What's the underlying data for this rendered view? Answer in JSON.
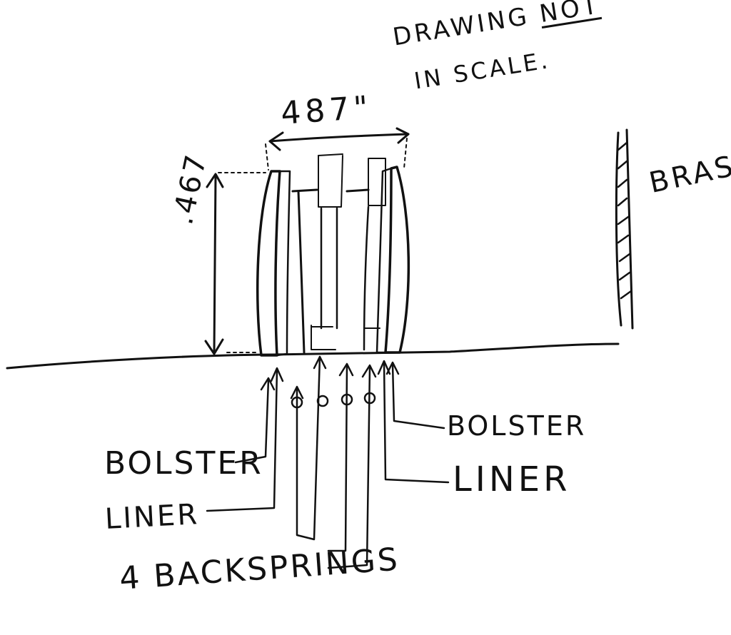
{
  "notes": {
    "line1_prefix": "DRAWING",
    "line1_emphasis": "NOT",
    "line2": "IN SCALE."
  },
  "dimensions": {
    "width": "487\"",
    "height": ".467"
  },
  "labels": {
    "brass": "BRASS",
    "bolster_left": "BOLSTER",
    "liner_left": "LINER",
    "bolster_right": "BOLSTER",
    "liner_right": "LINER",
    "backsprings": "4 BACKSPRINGS"
  }
}
